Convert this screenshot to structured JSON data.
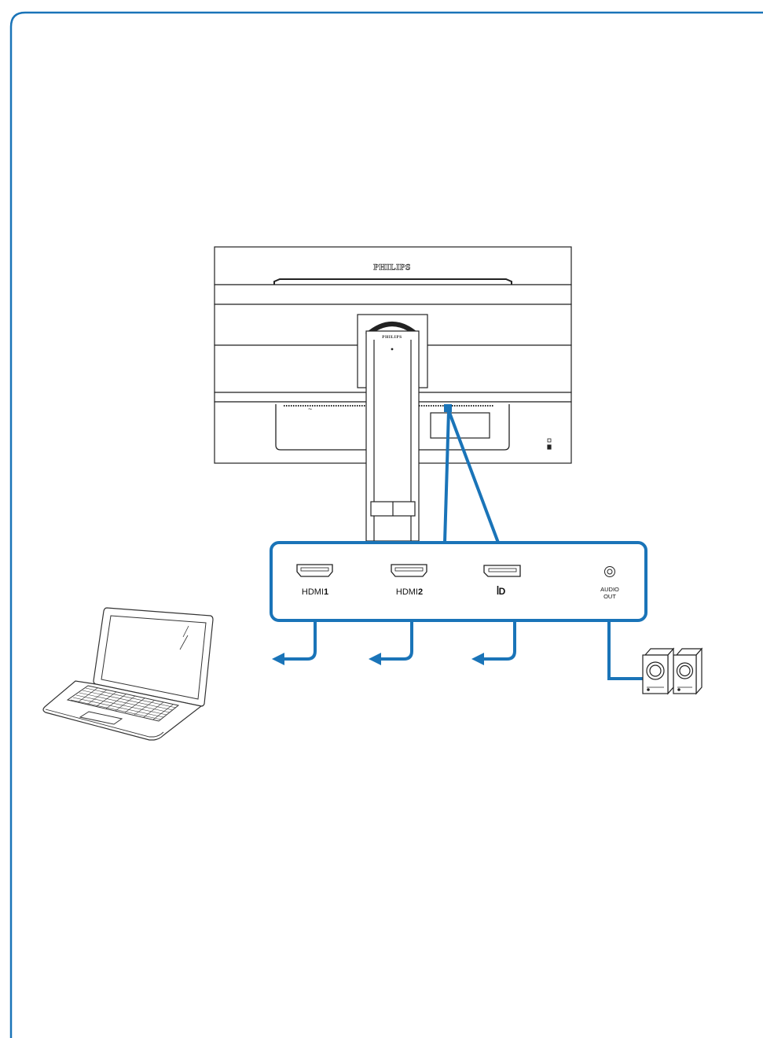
{
  "monitor": {
    "brand": "PHILIPS",
    "stand_brand": "PHILIPS"
  },
  "ports": [
    {
      "id": "hdmi1",
      "prefix": "HDMI",
      "number": "1"
    },
    {
      "id": "hdmi2",
      "prefix": "HDMI",
      "number": "2"
    },
    {
      "id": "displayport",
      "symbol": "D"
    },
    {
      "id": "audio-out",
      "line1": "AUDIO",
      "line2": "OUT"
    }
  ],
  "colors": {
    "frame": "#1a74b8",
    "callout": "#1a74b8",
    "line_art": "#222222"
  },
  "icons": [
    "hdmi-port-icon",
    "displayport-port-icon",
    "audio-jack-icon",
    "laptop-icon",
    "speakers-icon",
    "arrow-left-icon",
    "kensington-lock-icon",
    "power-symbol-icon"
  ]
}
